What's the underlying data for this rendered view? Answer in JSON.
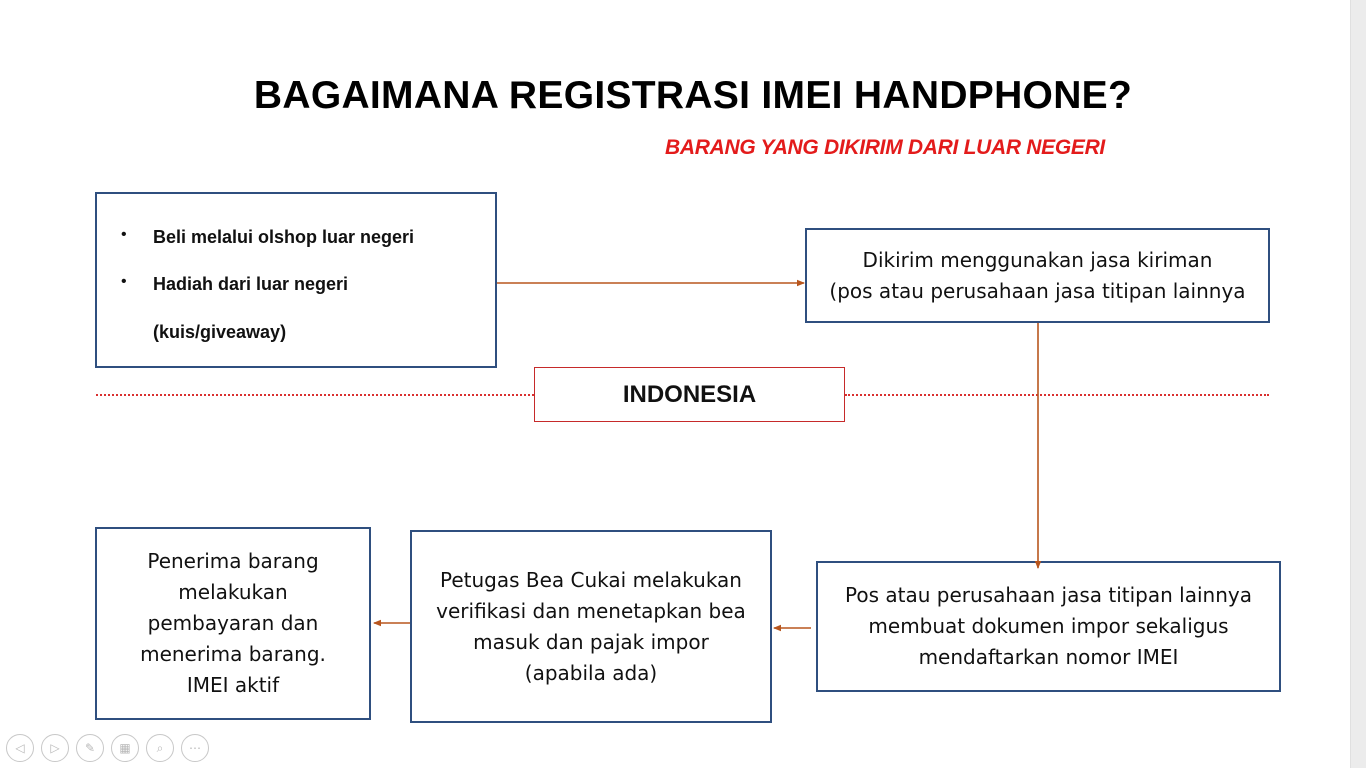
{
  "slide": {
    "title": "BAGAIMANA REGISTRASI IMEI HANDPHONE?",
    "subtitle": "BARANG YANG DIKIRIM DARI LUAR NEGERI"
  },
  "source_box": {
    "items": [
      "Beli melalui olshop luar negeri",
      "Hadiah dari luar negeri",
      "(kuis/giveaway)"
    ],
    "bullet": "•"
  },
  "boundary": {
    "label": "INDONESIA",
    "line_color": "#d93030"
  },
  "steps": {
    "shipping": {
      "line1": "Dikirim menggunakan jasa kiriman",
      "line2": "(pos atau perusahaan jasa titipan lainnya"
    },
    "import_doc": {
      "line1": "Pos atau perusahaan jasa titipan lainnya",
      "line2": "membuat dokumen impor sekaligus",
      "line3": "mendaftarkan nomor IMEI"
    },
    "customs": {
      "line1": "Petugas Bea Cukai melakukan",
      "line2": "verifikasi dan menetapkan bea",
      "line3": "masuk dan pajak impor",
      "line4": "(apabila ada)"
    },
    "receiver": {
      "line1": "Penerima barang",
      "line2": "melakukan",
      "line3": "pembayaran dan",
      "line4": "menerima barang.",
      "line5": "IMEI aktif"
    }
  },
  "colors": {
    "box_border": "#2f4f7f",
    "arrow": "#b8561e",
    "subtitle": "#e31b1b",
    "indonesia_border": "#c62a2a"
  },
  "presenter_controls": [
    {
      "icon": "previous-icon",
      "glyph": "◁"
    },
    {
      "icon": "next-icon",
      "glyph": "▷"
    },
    {
      "icon": "pen-icon",
      "glyph": "✎"
    },
    {
      "icon": "slides-grid-icon",
      "glyph": "▦"
    },
    {
      "icon": "zoom-icon",
      "glyph": "⌕"
    },
    {
      "icon": "more-options-icon",
      "glyph": "⋯"
    }
  ]
}
